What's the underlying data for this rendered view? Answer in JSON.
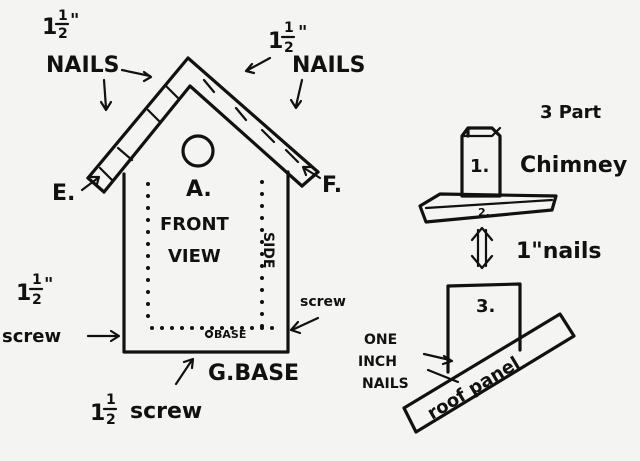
{
  "labels": {
    "nails_left_num": "1",
    "nails_left_frac_top": "1",
    "nails_left_frac_bot": "2",
    "nails_left_quote": "\"",
    "nails_left": "NAILS",
    "nails_right_num": "1",
    "nails_right_frac_top": "1",
    "nails_right_frac_bot": "2",
    "nails_right_quote": "\"",
    "nails_right": "NAILS",
    "e": "E.",
    "f": "F.",
    "a": "A.",
    "front": "FRONT",
    "view": "VIEW",
    "side": "SIDE",
    "base_small": "BASE",
    "screw_left_num": "1",
    "screw_left_frac_top": "1",
    "screw_left_frac_bot": "2",
    "screw_left_quote": "\"",
    "screw_left": "screw",
    "screw_right": "screw",
    "g_base": "G.BASE",
    "screw_bottom_num": "1",
    "screw_bottom_frac_top": "1",
    "screw_bottom_frac_bot": "2",
    "screw_bottom": "screw",
    "three_part": "3 Part",
    "chimney": "Chimney",
    "one_inch_nails": "1\"nails",
    "part1": "1.",
    "part2": "2.",
    "part3": "3.",
    "one": "ONE",
    "inch": "INCH",
    "nails": "NAILS",
    "roof_panel": "roof panel"
  }
}
